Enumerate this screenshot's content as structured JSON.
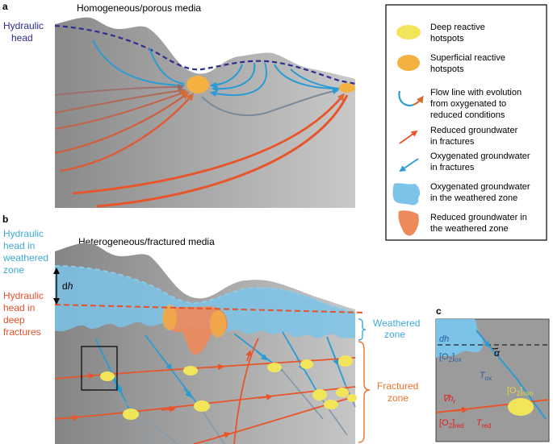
{
  "panel_a": {
    "letter": "a",
    "title": "Homogeneous/porous media",
    "side_label_line1": "Hydraulic",
    "side_label_line2": "head"
  },
  "panel_b": {
    "letter": "b",
    "title": "Heterogeneous/fractured media",
    "side_top_line1": "Hydraulic",
    "side_top_line2": "head in",
    "side_top_line3": "weathered",
    "side_top_line4": "zone",
    "side_bottom_line1": "Hydraulic",
    "side_bottom_line2": "head in",
    "side_bottom_line3": "deep",
    "side_bottom_line4": "fractures",
    "dh_prefix": "d",
    "dh_var": "h",
    "weathered_line1": "Weathered",
    "weathered_line2": "zone",
    "fractured_line1": "Fractured",
    "fractured_line2": "zone"
  },
  "panel_c": {
    "letter": "c",
    "dh": "dh",
    "o2ox_main": "[O",
    "o2ox_sub": "2",
    "o2ox_close": "]",
    "o2ox_tail": "ox",
    "alpha": "α",
    "tox_main": "T",
    "tox_sub": "ox",
    "o2min_main": "[O",
    "o2min_sub": "2",
    "o2min_close": "]",
    "o2min_tail": "min",
    "gradh_main": "∇h",
    "gradh_sub": "r",
    "o2red_main": "[O",
    "o2red_sub": "2",
    "o2red_close": "]",
    "o2red_tail": "red",
    "tred_main": "T",
    "tred_sub": "red"
  },
  "legend": {
    "items": [
      {
        "line1": "Deep reactive",
        "line2": "hotspots",
        "line3": ""
      },
      {
        "line1": "Superficial reactive",
        "line2": "hotspots",
        "line3": ""
      },
      {
        "line1": "Flow line with evolution",
        "line2": "from oxygenated to",
        "line3": "reduced conditions"
      },
      {
        "line1": "Reduced groundwater",
        "line2": "in fractures",
        "line3": ""
      },
      {
        "line1": "Oxygenated groundwater",
        "line2": "in fractures",
        "line3": ""
      },
      {
        "line1": "Oxygenated groundwater",
        "line2": "in the weathered zone",
        "line3": ""
      },
      {
        "line1": "Reduced groundwater in",
        "line2": "the weathered zone",
        "line3": ""
      }
    ]
  },
  "colors": {
    "hydraulic_head_a": "#2e2d8f",
    "hydraulic_head_weathered": "#3fa9d8",
    "hydraulic_head_deep": "#e8502a",
    "oxygenated": "#2b9bd3",
    "reduced": "#e8552a",
    "deep_hotspot": "#f3e55a",
    "superficial_hotspot": "#f5b042",
    "weathered_blue": "#7cc3e8",
    "weathered_orange": "#ee8a5a",
    "fractured_label": "#e8742a"
  }
}
